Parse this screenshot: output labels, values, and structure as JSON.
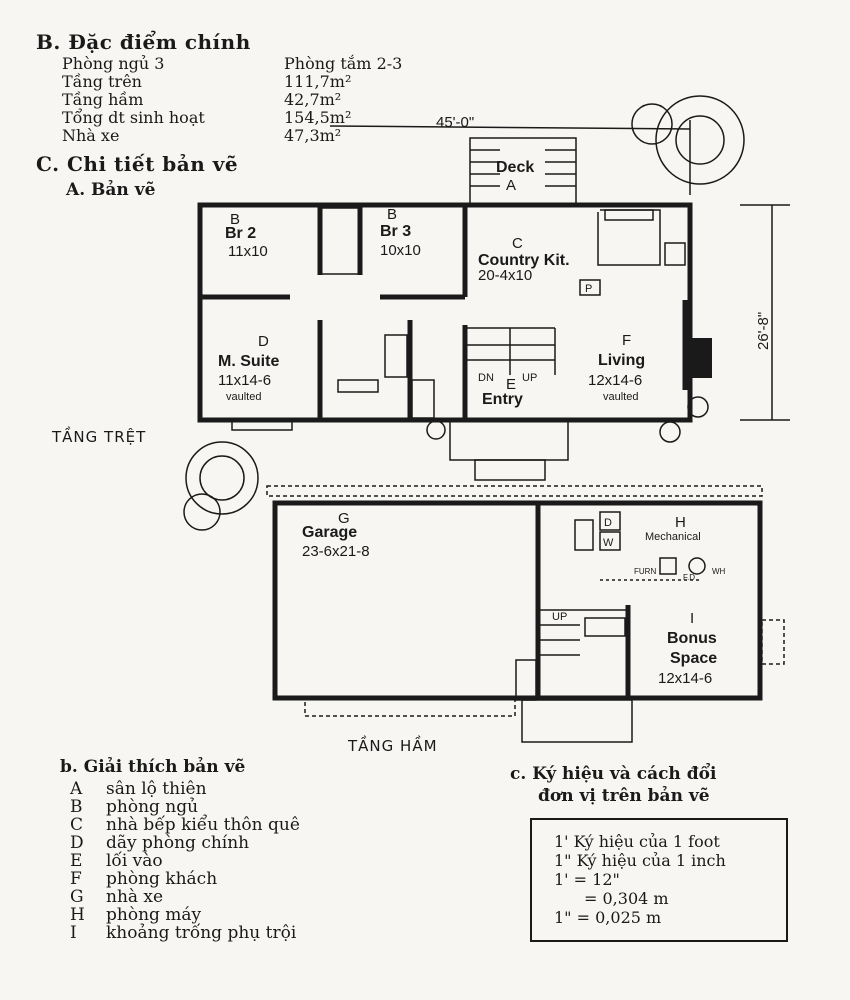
{
  "specs": {
    "heading": "B. Đặc điểm chính",
    "rows": [
      {
        "label": "Phòng ngủ 3",
        "value": "Phòng tắm 2-3"
      },
      {
        "label": "Tầng trên",
        "value": "111,7m²"
      },
      {
        "label": "Tầng hầm",
        "value": "42,7m²"
      },
      {
        "label": "Tổng dt sinh hoạt",
        "value": "154,5m²"
      },
      {
        "label": "Nhà xe",
        "value": "47,3m²"
      }
    ]
  },
  "drawing": {
    "heading": "C. Chi tiết bản vẽ",
    "subheading": "A. Bản vẽ"
  },
  "ground_floor": {
    "label": "TẦNG TRỆT",
    "width_dim": "45'-0\"",
    "depth_dim": "26'-8\"",
    "rooms": {
      "deck": {
        "letter": "A",
        "name": "Deck"
      },
      "br2": {
        "letter": "B",
        "name": "Br 2",
        "size": "11x10"
      },
      "br3": {
        "letter": "B",
        "name": "Br 3",
        "size": "10x10"
      },
      "kitchen": {
        "letter": "C",
        "name": "Country Kit.",
        "size": "20-4x10",
        "pantry": "P"
      },
      "suite": {
        "letter": "D",
        "name": "M. Suite",
        "size": "11x14-6",
        "note": "vaulted"
      },
      "entry": {
        "letter": "E",
        "name": "Entry",
        "down": "DN",
        "up": "UP"
      },
      "living": {
        "letter": "F",
        "name": "Living",
        "size": "12x14-6",
        "note": "vaulted"
      }
    }
  },
  "basement": {
    "label": "TẦNG HẦM",
    "rooms": {
      "garage": {
        "letter": "G",
        "name": "Garage",
        "size": "23-6x21-8"
      },
      "mechanical": {
        "letter": "H",
        "name": "Mechanical",
        "dryer": "D",
        "washer": "W",
        "furnace": "FURN",
        "water_heater": "WH",
        "fd": "F.D"
      },
      "bonus": {
        "letter": "I",
        "name": "Bonus",
        "name2": "Space",
        "size": "12x14-6"
      },
      "stair_up": "UP"
    }
  },
  "legend": {
    "heading": "b. Giải thích bản vẽ",
    "items": [
      {
        "letter": "A",
        "text": "sân lộ thiên"
      },
      {
        "letter": "B",
        "text": "phòng ngủ"
      },
      {
        "letter": "C",
        "text": "nhà bếp kiểu thôn quê"
      },
      {
        "letter": "D",
        "text": "dãy phòng chính"
      },
      {
        "letter": "E",
        "text": "lối vào"
      },
      {
        "letter": "F",
        "text": "phòng khách"
      },
      {
        "letter": "G",
        "text": "nhà xe"
      },
      {
        "letter": "H",
        "text": "phòng máy"
      },
      {
        "letter": "I",
        "text": "khoảng trống phụ trội"
      }
    ]
  },
  "conversion": {
    "heading_line1": "c. Ký hiệu và cách đổi",
    "heading_line2": "đơn vị trên bản vẽ",
    "lines": [
      "1' Ký hiệu của 1 foot",
      "1\" Ký hiệu của 1 inch",
      "1' = 12\"",
      "= 0,304 m",
      "1\" = 0,025 m"
    ]
  }
}
